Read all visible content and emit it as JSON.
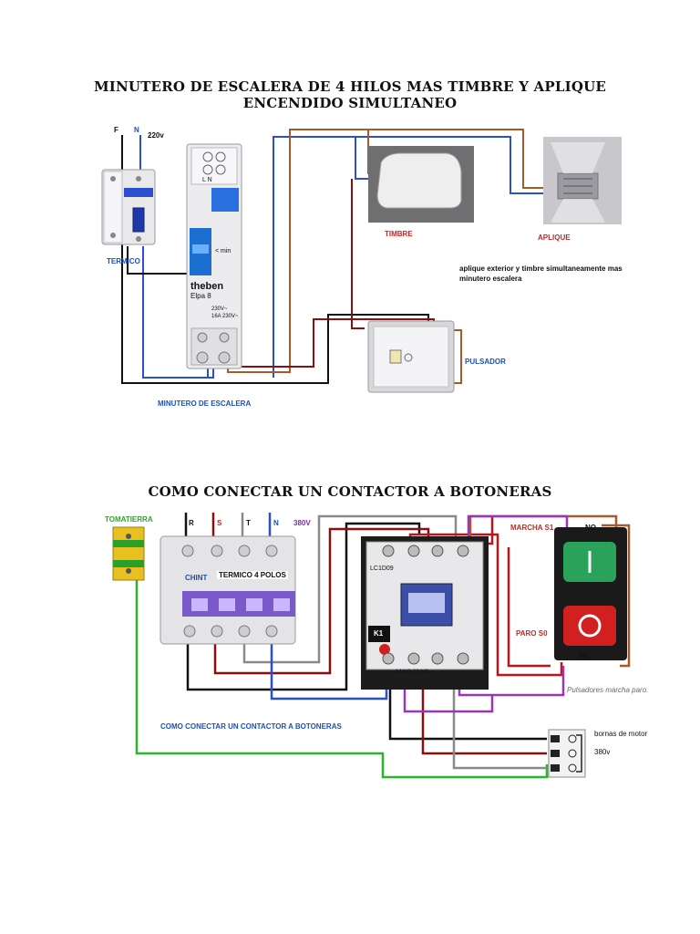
{
  "diagram1": {
    "title_line1": "MINUTERO DE ESCALERA DE 4 HILOS MAS TIMBRE Y APLIQUE",
    "title_line2": "ENCENDIDO SIMULTANEO",
    "label_f": "F",
    "label_n": "N",
    "voltage": "220v",
    "breaker_label": "TERMICO",
    "timer_brand": "theben",
    "timer_model": "Elpa 8",
    "timer_min": "< min",
    "timer_spec1": "230V~",
    "timer_spec2": "16A 230V~",
    "timer_terminals": "L  N",
    "timer_label": "MINUTERO DE ESCALERA",
    "bell_label": "TIMBRE",
    "lamp_label": "APLIQUE",
    "note_line1": "aplique exterior y timbre simultaneamente mas",
    "note_line2": "minutero escalera",
    "button_label": "PULSADOR"
  },
  "diagram2": {
    "title": "COMO CONECTAR UN CONTACTOR A BOTONERAS",
    "earth_label": "TOMATIERRA",
    "phase_r": "R",
    "phase_s": "S",
    "phase_t": "T",
    "phase_n": "N",
    "voltage": "380V",
    "breaker_label": "TERMICO 4 POLOS",
    "breaker_brand": "CHINT",
    "contactor_label": "K1",
    "contactor_model": "LC1D09",
    "contactor_bottom": "14  NO  22  NC",
    "start_label": "MARCHA S1",
    "no_label": "NO",
    "stop_label": "PARO  S0",
    "nc_label": "NC",
    "start_symbol": "I",
    "stop_symbol": "O",
    "buttons_caption": "Pulsadores marcha paro.",
    "bottom_caption": "COMO CONECTAR UN CONTACTOR A BOTONERAS",
    "motor_label": "bornas de motor",
    "motor_voltage": "380v"
  },
  "colors": {
    "wire_blue": "#2a4fd0",
    "wire_brown": "#a85a2a",
    "wire_black": "#111111",
    "wire_red": "#c0141a",
    "wire_darkred": "#8a1010",
    "wire_grey": "#8a8a8a",
    "wire_purple": "#9a35b5",
    "wire_green": "#2fb02f",
    "label_blue": "#1f4fb5"
  }
}
